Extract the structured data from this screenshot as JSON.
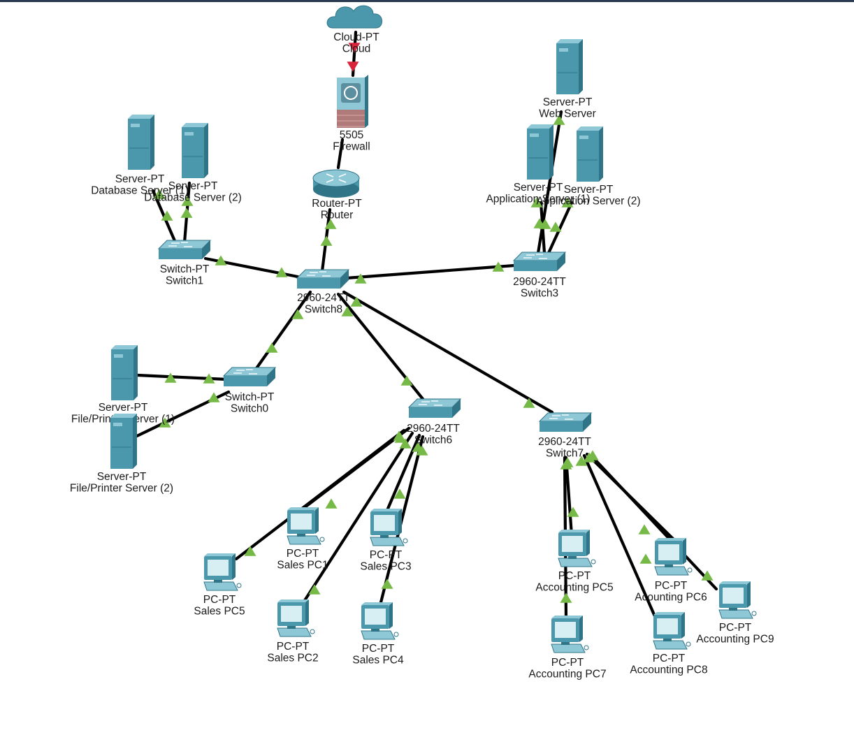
{
  "colors": {
    "link": "#000000",
    "port_up": "#76b947",
    "port_red": "#d7243a",
    "device_body": "#4b98ad",
    "device_dark": "#2f7487",
    "device_light": "#8ec8d6",
    "screen": "#d7eef3",
    "firewall_brick": "#b07a7a"
  },
  "devices": [
    {
      "id": "cloud",
      "type": "cloud",
      "icon": "cloud-icon",
      "lines": [
        "Cloud-PT",
        "Cloud"
      ]
    },
    {
      "id": "firewall",
      "type": "firewall",
      "icon": "firewall-icon",
      "lines": [
        "5505",
        "Firewall"
      ]
    },
    {
      "id": "router",
      "type": "router",
      "icon": "router-icon",
      "lines": [
        "Router-PT",
        "Router"
      ]
    },
    {
      "id": "switch8",
      "type": "switch",
      "icon": "switch-icon",
      "lines": [
        "2960-24TT",
        "Switch8"
      ]
    },
    {
      "id": "switch1",
      "type": "switch",
      "icon": "switch-icon",
      "lines": [
        "Switch-PT",
        "Switch1"
      ]
    },
    {
      "id": "switch3",
      "type": "switch",
      "icon": "switch-icon",
      "lines": [
        "2960-24TT",
        "Switch3"
      ]
    },
    {
      "id": "switch0",
      "type": "switch",
      "icon": "switch-icon",
      "lines": [
        "Switch-PT",
        "Switch0"
      ]
    },
    {
      "id": "switch6",
      "type": "switch",
      "icon": "switch-icon",
      "lines": [
        "2960-24TT",
        "Switch6"
      ]
    },
    {
      "id": "switch7",
      "type": "switch",
      "icon": "switch-icon",
      "lines": [
        "2960-24TT",
        "Switch7"
      ]
    },
    {
      "id": "db1",
      "type": "server",
      "icon": "server-icon",
      "lines": [
        "Server-PT",
        "Database Server (1)"
      ]
    },
    {
      "id": "db2",
      "type": "server",
      "icon": "server-icon",
      "lines": [
        "Server-PT",
        "Database Server (2)"
      ]
    },
    {
      "id": "web",
      "type": "server",
      "icon": "server-icon",
      "lines": [
        "Server-PT",
        "Web Server"
      ]
    },
    {
      "id": "app1",
      "type": "server",
      "icon": "server-icon",
      "lines": [
        "Server-PT",
        "Application Server (1)"
      ]
    },
    {
      "id": "app2",
      "type": "server",
      "icon": "server-icon",
      "lines": [
        "Server-PT",
        "Application Server (2)"
      ]
    },
    {
      "id": "fp1",
      "type": "server",
      "icon": "server-icon",
      "lines": [
        "Server-PT",
        "File/Printer Server (1)"
      ]
    },
    {
      "id": "fp2",
      "type": "server",
      "icon": "server-icon",
      "lines": [
        "Server-PT",
        "File/Printer Server (2)"
      ]
    },
    {
      "id": "spc1",
      "type": "pc",
      "icon": "pc-icon",
      "lines": [
        "PC-PT",
        "Sales PC1"
      ]
    },
    {
      "id": "spc2",
      "type": "pc",
      "icon": "pc-icon",
      "lines": [
        "PC-PT",
        "Sales PC2"
      ]
    },
    {
      "id": "spc3",
      "type": "pc",
      "icon": "pc-icon",
      "lines": [
        "PC-PT",
        "Sales PC3"
      ]
    },
    {
      "id": "spc4",
      "type": "pc",
      "icon": "pc-icon",
      "lines": [
        "PC-PT",
        "Sales PC4"
      ]
    },
    {
      "id": "spc5",
      "type": "pc",
      "icon": "pc-icon",
      "lines": [
        "PC-PT",
        "Sales PC5"
      ]
    },
    {
      "id": "apc5",
      "type": "pc",
      "icon": "pc-icon",
      "lines": [
        "PC-PT",
        "Accounting PC5"
      ]
    },
    {
      "id": "apc6",
      "type": "pc",
      "icon": "pc-icon",
      "lines": [
        "PC-PT",
        "Acounting PC6"
      ]
    },
    {
      "id": "apc7",
      "type": "pc",
      "icon": "pc-icon",
      "lines": [
        "PC-PT",
        "Accounting PC7"
      ]
    },
    {
      "id": "apc8",
      "type": "pc",
      "icon": "pc-icon",
      "lines": [
        "PC-PT",
        "Accounting PC8"
      ]
    },
    {
      "id": "apc9",
      "type": "pc",
      "icon": "pc-icon",
      "lines": [
        "PC-PT",
        "Accounting PC9"
      ]
    }
  ],
  "links": [
    {
      "from": "cloud",
      "to": "firewall",
      "status": "down"
    },
    {
      "from": "firewall",
      "to": "router",
      "status": "none"
    },
    {
      "from": "router",
      "to": "switch8",
      "status": "up"
    },
    {
      "from": "switch1",
      "to": "switch8",
      "status": "up"
    },
    {
      "from": "switch3",
      "to": "switch8",
      "status": "up"
    },
    {
      "from": "switch0",
      "to": "switch8",
      "status": "up"
    },
    {
      "from": "switch6",
      "to": "switch8",
      "status": "up"
    },
    {
      "from": "switch7",
      "to": "switch8",
      "status": "up"
    },
    {
      "from": "db1",
      "to": "switch1",
      "status": "up"
    },
    {
      "from": "db2",
      "to": "switch1",
      "status": "up"
    },
    {
      "from": "web",
      "to": "switch3",
      "status": "up"
    },
    {
      "from": "app1",
      "to": "switch3",
      "status": "up"
    },
    {
      "from": "app2",
      "to": "switch3",
      "status": "up"
    },
    {
      "from": "fp1",
      "to": "switch0",
      "status": "up"
    },
    {
      "from": "fp2",
      "to": "switch0",
      "status": "up"
    },
    {
      "from": "spc1",
      "to": "switch6",
      "status": "up"
    },
    {
      "from": "spc2",
      "to": "switch6",
      "status": "up"
    },
    {
      "from": "spc3",
      "to": "switch6",
      "status": "up"
    },
    {
      "from": "spc4",
      "to": "switch6",
      "status": "up"
    },
    {
      "from": "spc5",
      "to": "switch6",
      "status": "up"
    },
    {
      "from": "apc5",
      "to": "switch7",
      "status": "up"
    },
    {
      "from": "apc6",
      "to": "switch7",
      "status": "up"
    },
    {
      "from": "apc7",
      "to": "switch7",
      "status": "up"
    },
    {
      "from": "apc8",
      "to": "switch7",
      "status": "up"
    },
    {
      "from": "apc9",
      "to": "switch7",
      "status": "up"
    }
  ]
}
